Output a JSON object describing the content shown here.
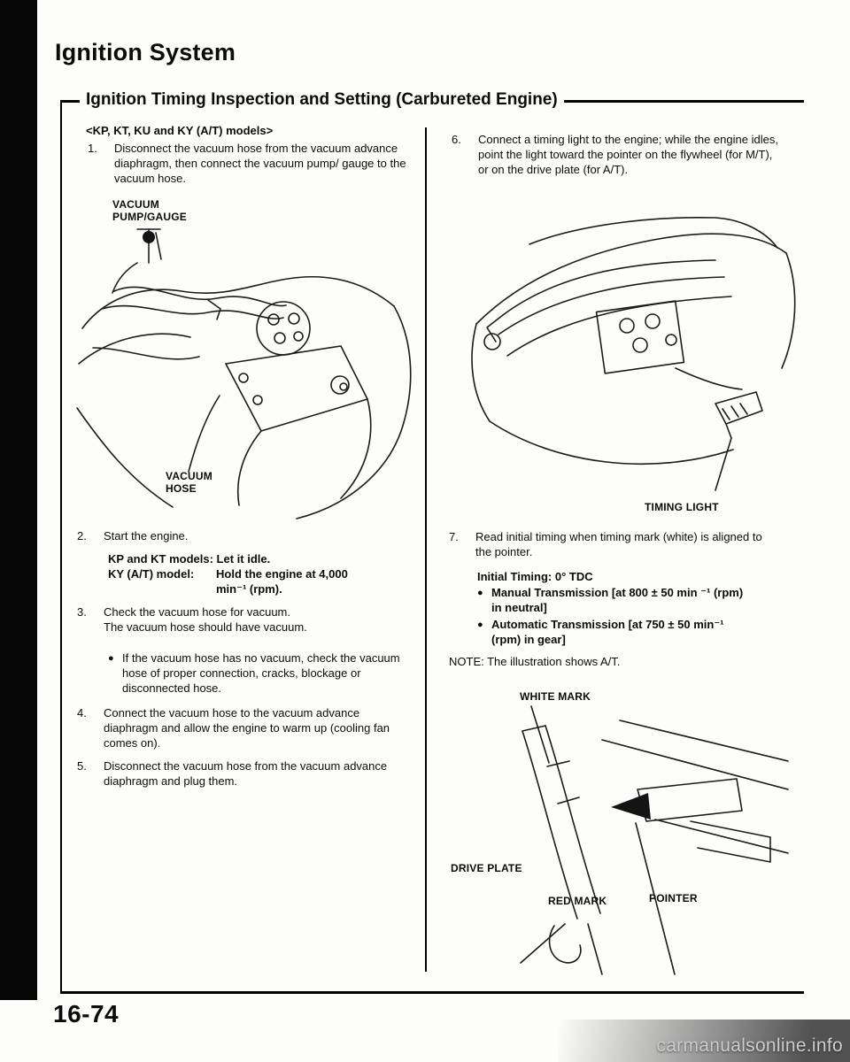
{
  "page": {
    "title": "Ignition System",
    "section_title": "Ignition Timing Inspection and Setting (Carbureted Engine)",
    "page_number": "16-74",
    "watermark": "carmanualsonline.info"
  },
  "glyphs": {
    "bullet": "●"
  },
  "left": {
    "models_header": "<KP, KT, KU and KY (A/T) models>",
    "step1": {
      "num": "1.",
      "text": "Disconnect the vacuum hose from the vacuum advance diaphragm, then connect the vacuum pump/ gauge to the vacuum hose."
    },
    "fig1": {
      "pump_label": "VACUUM\nPUMP/GAUGE",
      "hose_label": "VACUUM\nHOSE"
    },
    "step2": {
      "num": "2.",
      "text": "Start the engine.",
      "kp_line": "KP and KT models: Let it idle.",
      "ky_label": "KY (A/T) model:",
      "ky_value": "Hold the engine at 4,000\nmin⁻¹ (rpm)."
    },
    "step3": {
      "num": "3.",
      "text": "Check the vacuum hose for vacuum.\nThe vacuum hose should have vacuum.",
      "bullet": "If the vacuum hose has no vacuum, check the vacuum hose of proper connection, cracks, blockage or disconnected hose."
    },
    "step4": {
      "num": "4.",
      "text": "Connect the vacuum hose to the vacuum advance diaphragm and allow the engine to warm up (cooling fan comes on)."
    },
    "step5": {
      "num": "5.",
      "text": "Disconnect the vacuum hose from the vacuum advance diaphragm and plug them."
    }
  },
  "right": {
    "step6": {
      "num": "6.",
      "text": "Connect a timing light to the engine; while the engine idles, point the light toward the pointer on the flywheel (for M/T), or on the drive plate (for A/T)."
    },
    "fig2": {
      "timing_light_label": "TIMING LIGHT"
    },
    "step7": {
      "num": "7.",
      "text": "Read initial timing when timing mark (white) is aligned to the pointer."
    },
    "initial_timing_header": "Initial Timing: 0° TDC",
    "bullet_mt": "Manual Transmission [at 800 ± 50 min ⁻¹ (rpm)\nin neutral]",
    "bullet_at": "Automatic Transmission [at 750 ± 50 min⁻¹\n(rpm) in gear]",
    "note": "NOTE: The illustration shows A/T.",
    "fig3": {
      "white_mark": "WHITE MARK",
      "drive_plate": "DRIVE PLATE",
      "red_mark": "RED MARK",
      "pointer": "POINTER"
    }
  }
}
